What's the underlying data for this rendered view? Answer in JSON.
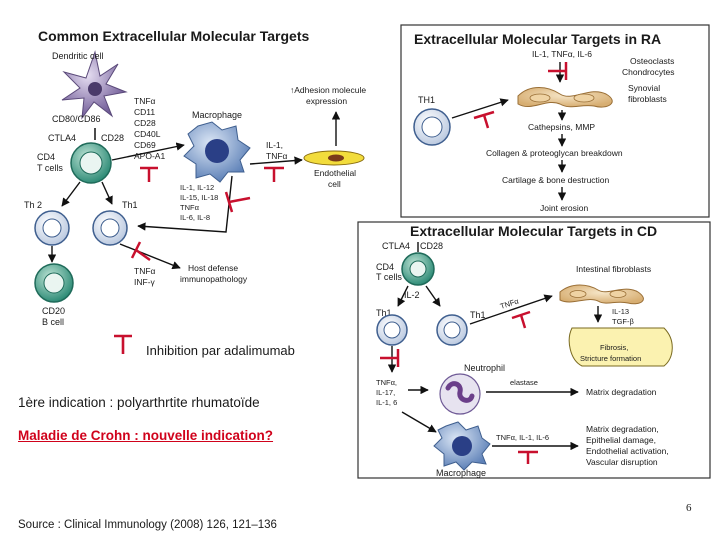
{
  "colors": {
    "inhibit": "#c8102e",
    "cell_green": "#3f9b86",
    "cell_purple": "#7d6aa0",
    "cell_blue": "#6e8fc0",
    "cell_tan": "#e6c79a",
    "box_border": "#333333",
    "link_red": "#d0021b"
  },
  "common": {
    "title": "Common Extracellular Molecular Targets",
    "dendritic": "Dendritic cell",
    "cd80": "CD80/CD86",
    "ctla4": "CTLA4",
    "cd28": "CD28",
    "cd4": "CD4",
    "tcells": "T cells",
    "th2": "Th 2",
    "th1": "Th1",
    "cd20": "CD20",
    "bcell": "B cell",
    "macrophage": "Macrophage",
    "markers": [
      "TNFα",
      "CD11",
      "CD28",
      "CD40L",
      "CD69",
      "APO-A1"
    ],
    "mac_cytokines": [
      "IL-1, IL-12",
      "IL-15, IL-18",
      "TNFα",
      "IL-6, IL-8"
    ],
    "il1_tnf": [
      "IL-1,",
      "TNFα"
    ],
    "adhesion": [
      "Adhesion molecule",
      "expression"
    ],
    "endothelial": [
      "Endothelial",
      "cell"
    ],
    "th1_out": [
      "TNFα",
      "INF-γ"
    ],
    "host": [
      "Host defense",
      "immunopathology"
    ]
  },
  "ra": {
    "title": "Extracellular Molecular Targets in RA",
    "cytokines": "IL-1, TNFα, IL-6",
    "osteo": [
      "Osteoclasts",
      "Chondrocytes"
    ],
    "synovial": [
      "Synovial",
      "fibroblasts"
    ],
    "th1": "TH1",
    "cathepsins": "Cathepsins, MMP",
    "collagen": "Collagen & proteoglycan breakdown",
    "cartilage": "Cartilage & bone destruction",
    "joint": "Joint erosion"
  },
  "cd": {
    "title": "Extracellular Molecular Targets in CD",
    "ctla4": "CTLA4",
    "cd28": "CD28",
    "cd4": "CD4",
    "tcells": "T cells",
    "il2": "IL-2",
    "th1a": "Th1",
    "th1b": "Th1",
    "tnf": "TNFα",
    "intestinal": "Intestinal fibroblasts",
    "il13": [
      "IL-13",
      "TGF-β"
    ],
    "fibrosis": [
      "Fibrosis,",
      "Stricture formation"
    ],
    "neutrophil": "Neutrophil",
    "neut_cytokines": [
      "TNFα,",
      "IL-17,",
      "IL-1, 6"
    ],
    "elastase": "elastase",
    "matrix": "Matrix degradation",
    "mac_cytokines": "TNFα, IL-1, IL-6",
    "macrophage": "Macrophage",
    "outcomes": [
      "Matrix degradation,",
      "Epithelial damage,",
      "Endothelial activation,",
      "Vascular disruption"
    ]
  },
  "legend": {
    "text": "Inhibition par adalimumab"
  },
  "notes": {
    "line1": "1ère indication : polyarthrtite rhumatoïde",
    "line2": "Maladie de Crohn : nouvelle indication?"
  },
  "source": "Source : Clinical Immunology (2008) 126, 121–136",
  "page_number": "6"
}
